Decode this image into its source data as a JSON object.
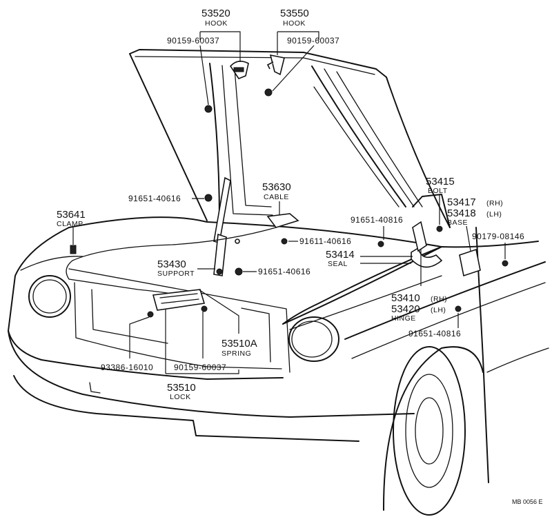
{
  "labels": {
    "hook_53520": {
      "pn": "53520",
      "name": "HOOK"
    },
    "hook_53550": {
      "pn": "53550",
      "name": "HOOK"
    },
    "screw_left_90159": "90159-60037",
    "screw_right_90159": "90159-60037",
    "bolt_91651_a": "91651-40616",
    "cable_53630": {
      "pn": "53630",
      "name": "CABLE"
    },
    "bolt_53415": {
      "pn": "53415",
      "name": "BOLT"
    },
    "base_53417": {
      "pn": "53417",
      "suffix": "(RH)"
    },
    "base_53418": {
      "pn": "53418",
      "suffix": "(LH)",
      "name": "BASE"
    },
    "clamp_53641": {
      "pn": "53641",
      "name": "CLAMP"
    },
    "bolt_91651_b": "91651-40816",
    "bolt_91611": "91611-40616",
    "screw_90179": "90179-08146",
    "seal_53414": {
      "pn": "53414",
      "name": "SEAL"
    },
    "support_53430": {
      "pn": "53430",
      "name": "SUPPORT"
    },
    "bolt_91651_c": "91651-40616",
    "hinge_53410": {
      "pn": "53410",
      "suffix": "(RH)"
    },
    "hinge_53420": {
      "pn": "53420",
      "suffix": "(LH)",
      "name": "HINGE"
    },
    "spring_53510A": {
      "pn": "53510A",
      "name": "SPRING"
    },
    "bolt_91651_d": "91651-40816",
    "bolt_93386": "93386-16010",
    "screw_90159_lower": "90159-60037",
    "lock_53510": {
      "pn": "53510",
      "name": "LOCK"
    }
  },
  "footer": {
    "code": "MB 0056 E"
  }
}
